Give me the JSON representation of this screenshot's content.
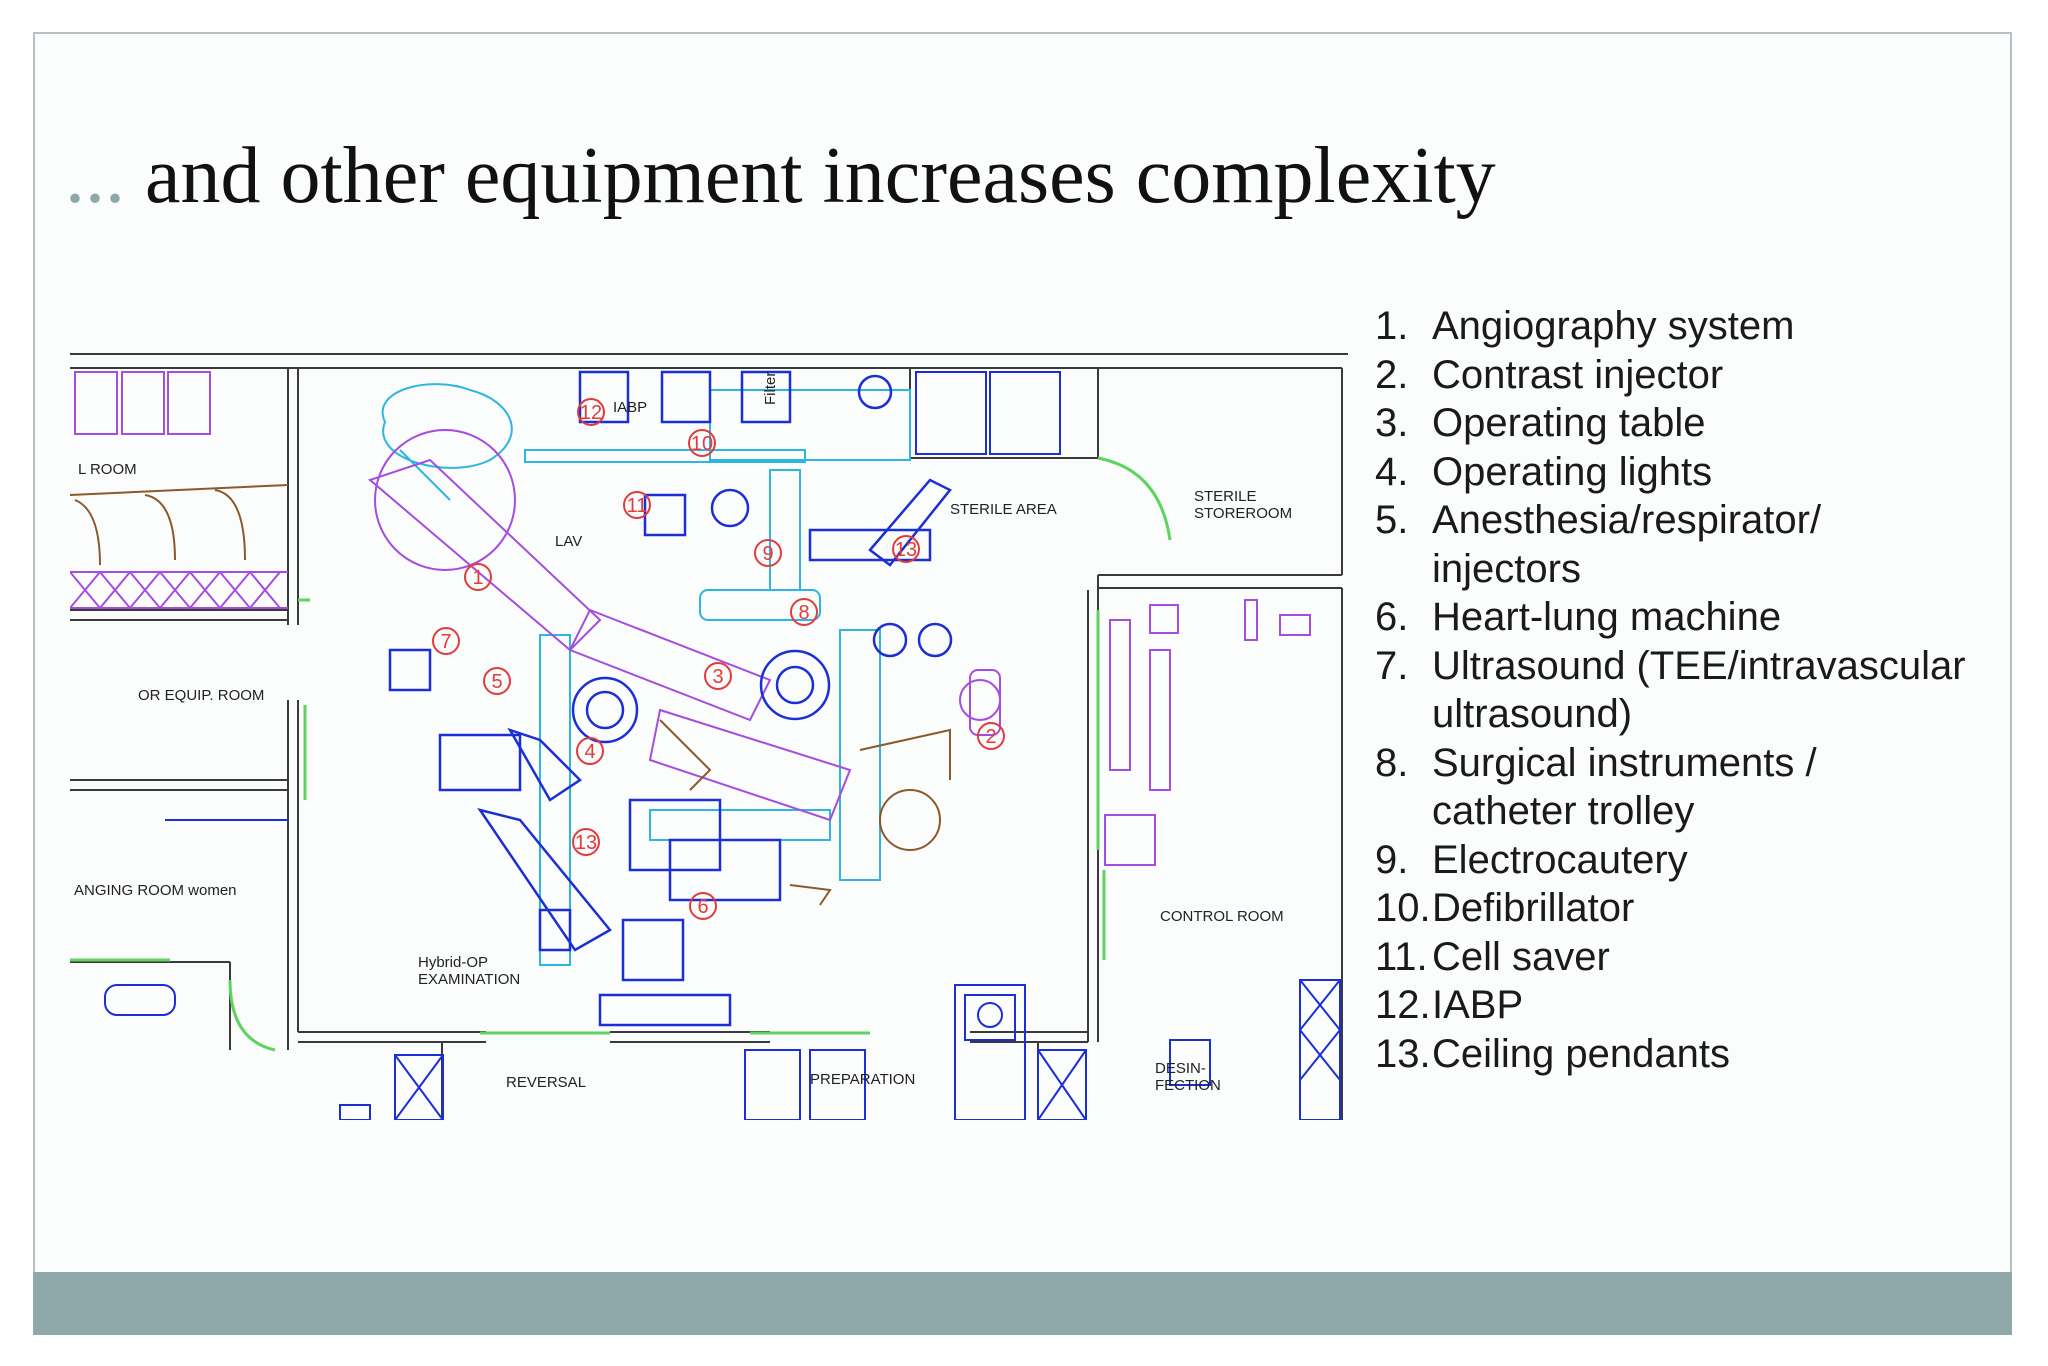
{
  "title": {
    "ellipsis": "...",
    "text": "and other equipment increases complexity"
  },
  "legend": [
    {
      "num": "1.",
      "label": "Angiography system"
    },
    {
      "num": "2.",
      "label": "Contrast injector"
    },
    {
      "num": "3.",
      "label": "Operating table"
    },
    {
      "num": "4.",
      "label": "Operating lights"
    },
    {
      "num": "5.",
      "label": "Anesthesia/respirator/ injectors"
    },
    {
      "num": "6.",
      "label": "Heart-lung machine"
    },
    {
      "num": "7.",
      "label": "Ultrasound (TEE/intravascular ultrasound)"
    },
    {
      "num": "8.",
      "label": "Surgical instruments / catheter trolley"
    },
    {
      "num": "9.",
      "label": "Electrocautery"
    },
    {
      "num": "10.",
      "label": "Defibrillator"
    },
    {
      "num": "11.",
      "label": "Cell saver"
    },
    {
      "num": "12.",
      "label": "IABP"
    },
    {
      "num": "13.",
      "label": "Ceiling pendants"
    }
  ],
  "floorplan": {
    "room_labels": {
      "l_room": "L ROOM",
      "or_equip": "OR EQUIP. ROOM",
      "changing_women": "ANGING ROOM women",
      "sterile_area": "STERILE AREA",
      "sterile_store_1": "STERILE",
      "sterile_store_2": "STOREROOM",
      "control_room": "CONTROL ROOM",
      "hybrid_1": "Hybrid-OP",
      "hybrid_2": "EXAMINATION",
      "reversal": "REVERSAL",
      "preparation": "PREPARATION",
      "desin_1": "DESIN-",
      "desin_2": "FECTION",
      "lav": "LAV",
      "iabp": "IABP",
      "filter": "Filter"
    },
    "markers": [
      "1",
      "2",
      "3",
      "4",
      "5",
      "6",
      "7",
      "8",
      "9",
      "10",
      "11",
      "12",
      "13",
      "13"
    ]
  },
  "colors": {
    "band": "#8fa9ab",
    "ellipsis": "#8fa9ab",
    "marker": "#e23b3b",
    "wall": "#3a3a3a",
    "equipment_blue": "#1c2fd6",
    "equipment_cyan": "#2fb6e0",
    "equipment_purple": "#a44de0",
    "fixture_brown": "#8a5a2b",
    "door_green": "#5fd35f"
  }
}
